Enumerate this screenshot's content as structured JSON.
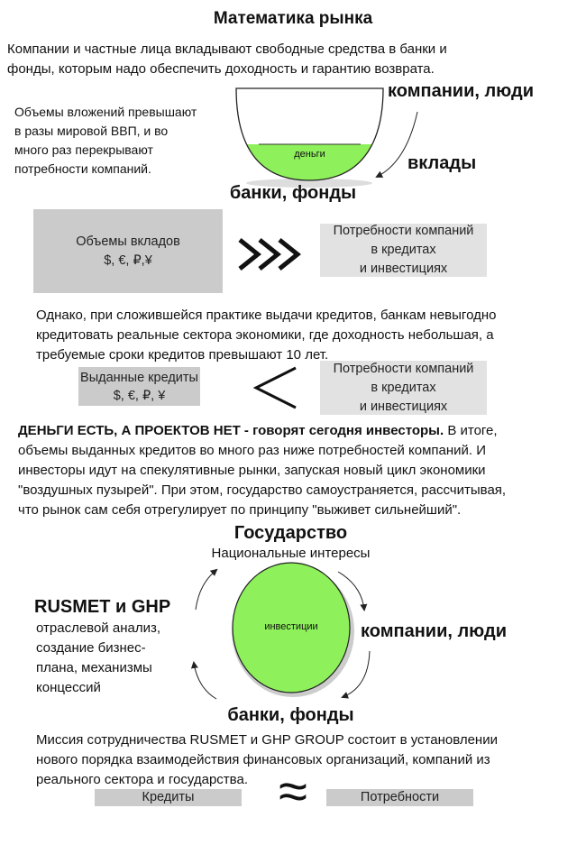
{
  "title": "Математика рынка",
  "intro": [
    "Компании и частные лица вкладывают свободные средства в банки и",
    "фонды, которым надо обеспечить доходность и гарантию возврата."
  ],
  "bowl": {
    "top_label": "компании, люди",
    "inside_label": "деньги",
    "arrow_label": "вклады",
    "bottom_label": "банки, фонды",
    "fill_color": "#8ef05a"
  },
  "volume_note": [
    "Объемы вложений превышают",
    "в разы мировой ВВП, и во",
    "много раз перекрывают",
    "потребности компаний."
  ],
  "compare1": {
    "left": [
      "Объемы вкладов",
      "$, €, ₽,¥"
    ],
    "sign": ">>>",
    "right": [
      "Потребности компаний",
      "в кредитах",
      "и инвестициях"
    ]
  },
  "para2": [
    "Однако, при сложившейся практике выдачи кредитов, банкам невыгодно",
    "кредитовать реальные сектора экономики, где доходность небольшая, а",
    "требуемые сроки кредитов превышают 10 лет."
  ],
  "compare2": {
    "left": [
      "Выданные кредиты",
      "$, €, ₽, ¥"
    ],
    "sign": "<",
    "right": [
      "Потребности компаний",
      "в кредитах",
      "и инвестициях"
    ]
  },
  "para3": {
    "bold": "ДЕНЬГИ ЕСТЬ, А ПРОЕКТОВ НЕТ - говорят сегодня инвесторы.",
    "rest_first": " В итоге,",
    "lines": [
      "объемы выданных кредитов во много раз ниже потребностей компаний. И",
      "инвесторы идут на спекулятивные рынки, запуская новый цикл экономики",
      "\"воздушных пузырей\". При этом, государство самоустраняется, рассчитывая,",
      "что рынок сам себя отрегулирует по принципу \"выживет сильнейший\"."
    ]
  },
  "cycle": {
    "top": "Государство",
    "top_sub": "Национальные интересы",
    "center": "инвестиции",
    "right": "компании, люди",
    "bottom": "банки, фонды",
    "left_title": "RUSMET и GHP",
    "left_lines": [
      "отраслевой анализ,",
      "создание бизнес-",
      "плана, механизмы",
      "концессий"
    ]
  },
  "para4": [
    "Миссия сотрудничества RUSMET и GHP GROUP состоит в установлении",
    "нового порядка взаимодействия финансовых организаций, компаний из",
    "реального сектора и государства."
  ],
  "compare3": {
    "left": "Кредиты",
    "sign": "≈",
    "right": "Потребности"
  }
}
